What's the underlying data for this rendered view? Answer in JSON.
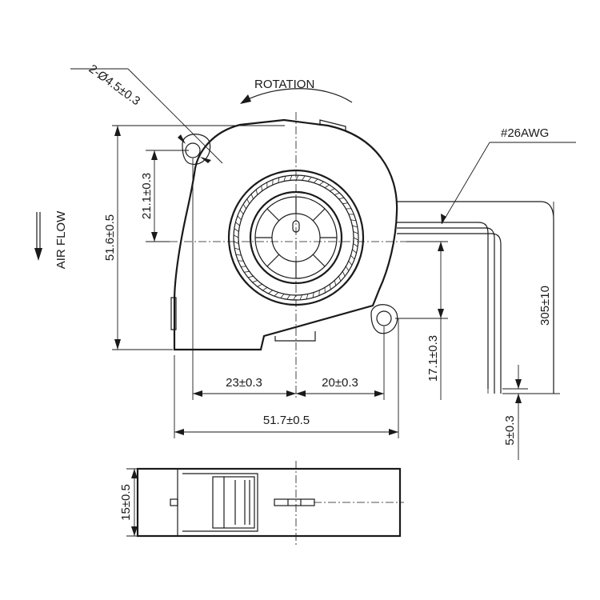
{
  "labels": {
    "rotation": "ROTATION",
    "mount_hole": "2-Ø4.5±0.3",
    "wire_gauge": "#26AWG",
    "air_flow": "AIR FLOW",
    "overall_height": "51.6±0.5",
    "hole_offset_vertical": "21.1±0.3",
    "lower_hole_height": "17.1±0.3",
    "left_offset": "23±0.3",
    "right_offset": "20±0.3",
    "overall_width": "51.7±0.5",
    "lead_length": "305±10",
    "strip_length": "5±0.3",
    "thickness": "15±0.5"
  }
}
